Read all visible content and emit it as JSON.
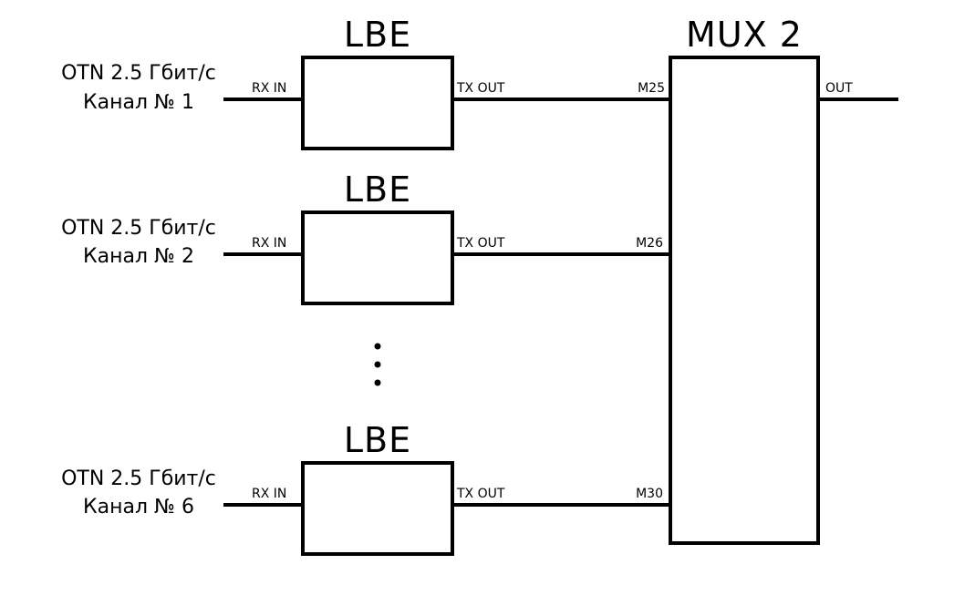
{
  "channels": [
    {
      "line1": "OTN 2.5 Гбит/с",
      "line2": "Канал № 1",
      "block_title": "LBE",
      "in_port": "RX IN",
      "out_port": "TX OUT",
      "mux_port": "M25"
    },
    {
      "line1": "OTN 2.5 Гбит/с",
      "line2": "Канал № 2",
      "block_title": "LBE",
      "in_port": "RX IN",
      "out_port": "TX OUT",
      "mux_port": "M26"
    },
    {
      "line1": "OTN 2.5 Гбит/с",
      "line2": "Канал № 6",
      "block_title": "LBE",
      "in_port": "RX IN",
      "out_port": "TX OUT",
      "mux_port": "M30"
    }
  ],
  "mux": {
    "title": "MUX 2",
    "out_port": "OUT"
  },
  "colors": {
    "stroke": "#000000",
    "background": "#ffffff"
  }
}
